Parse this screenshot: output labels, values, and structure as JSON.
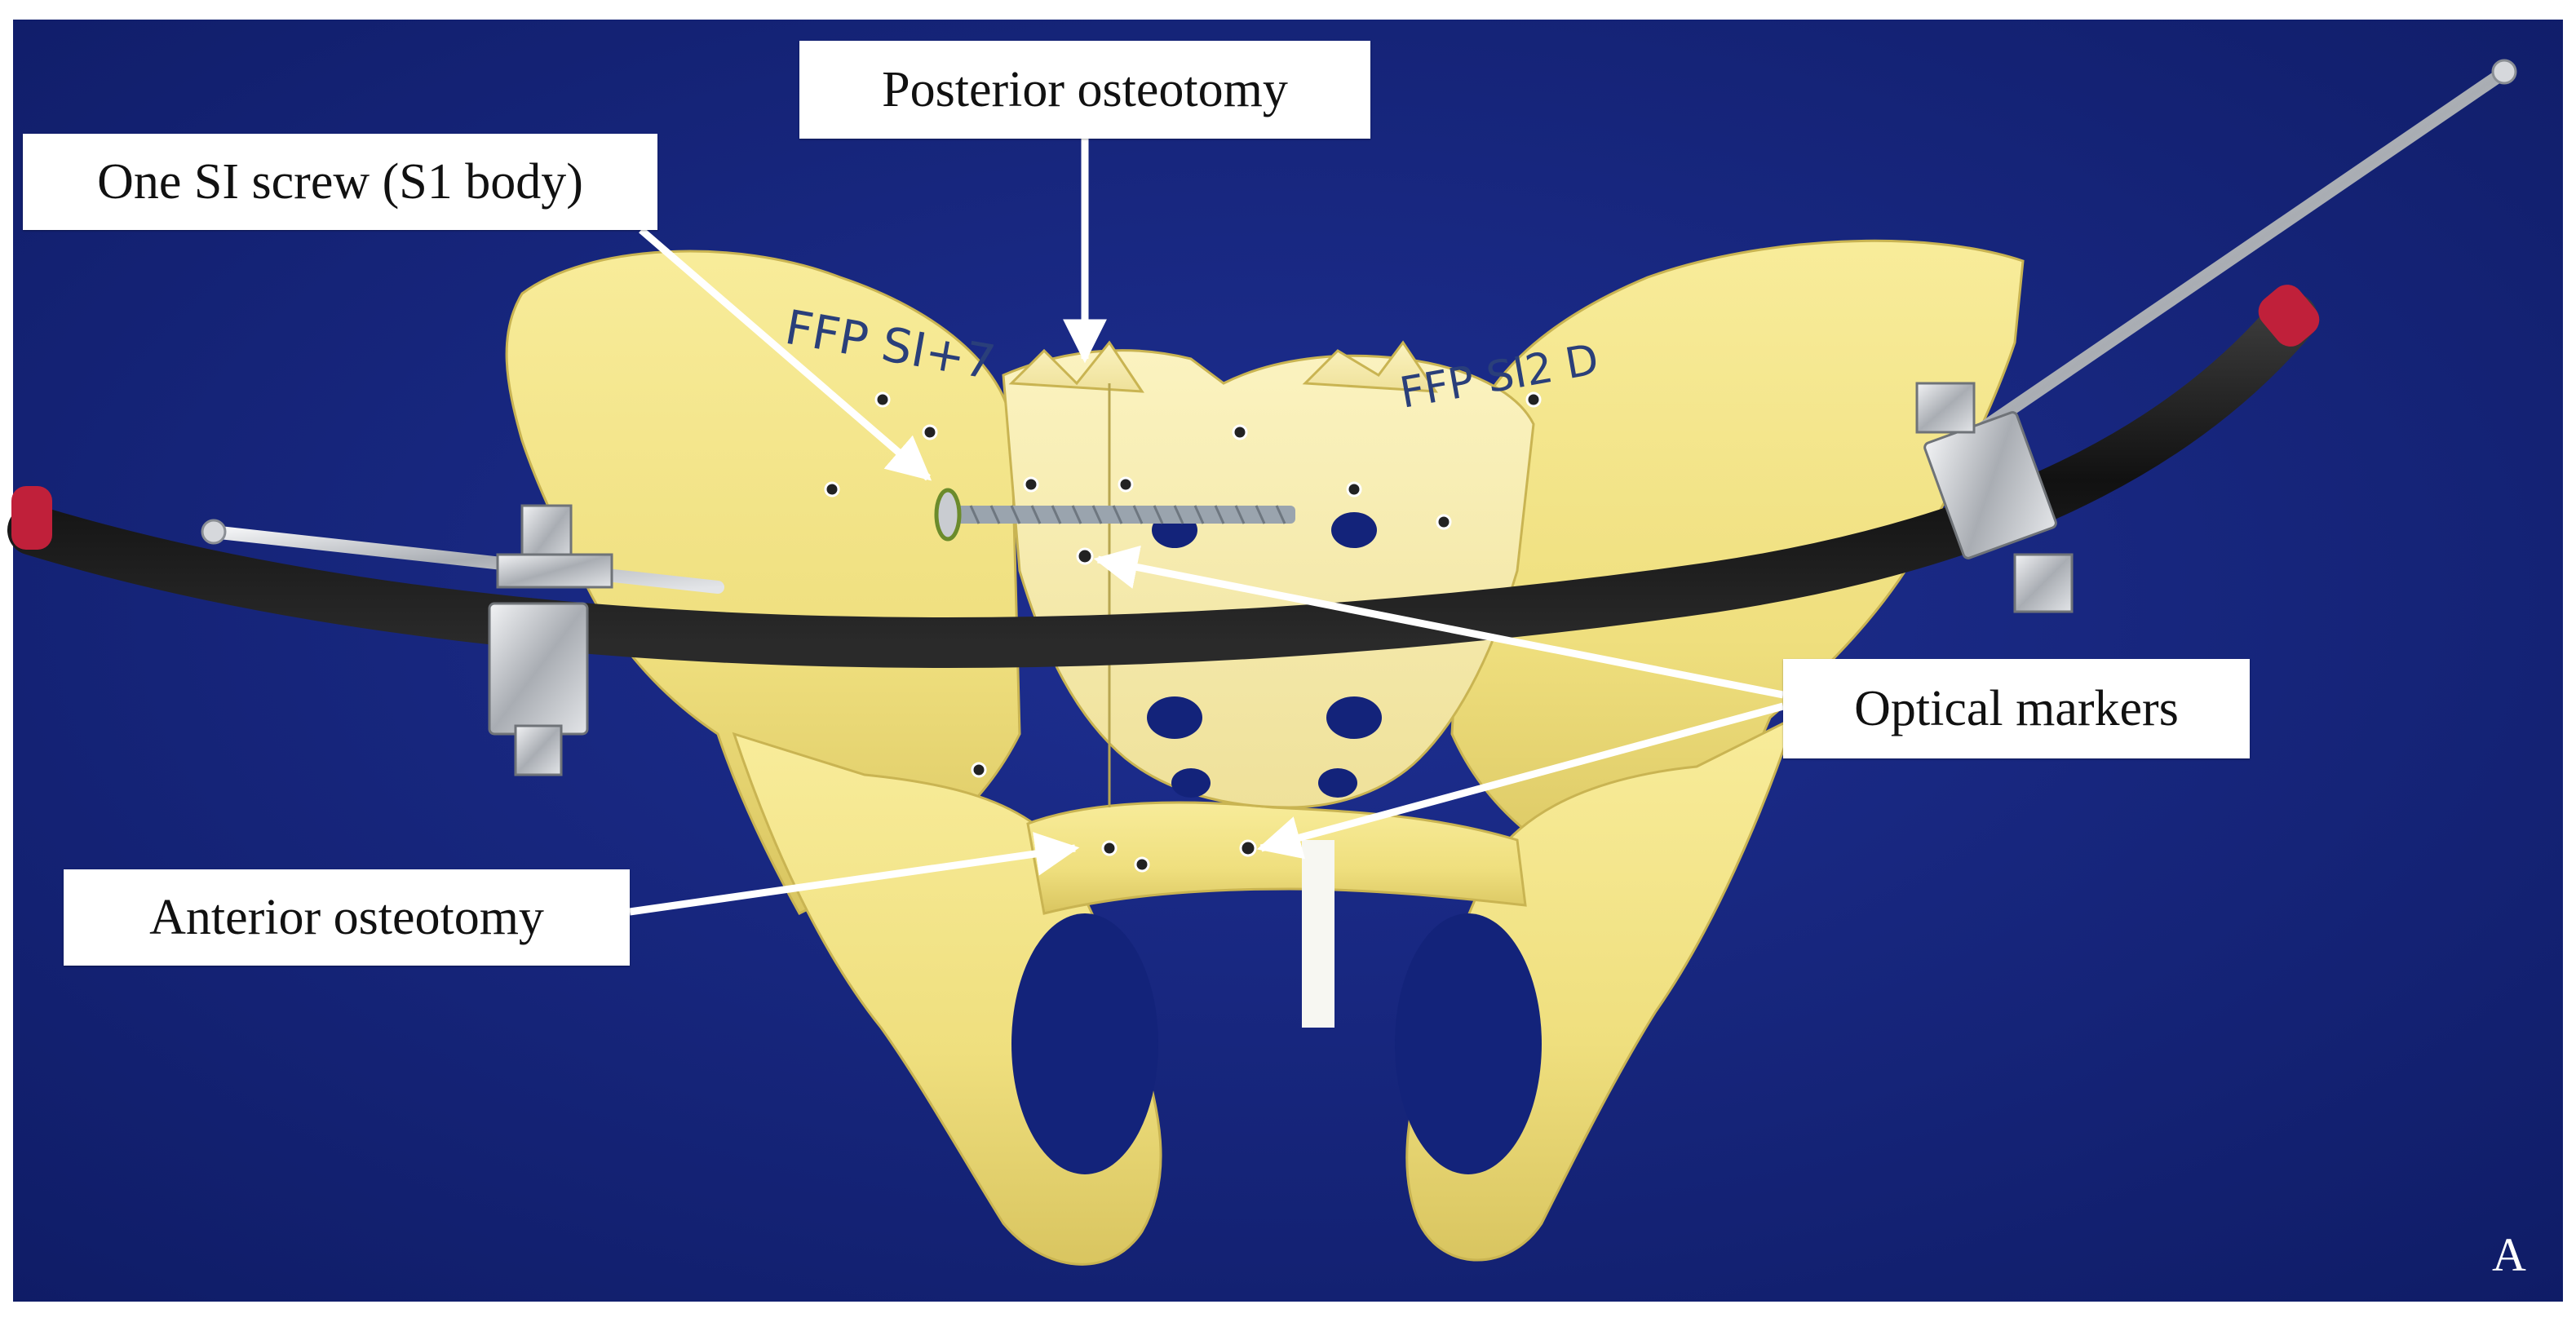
{
  "figure": {
    "panel_letter": "A",
    "labels": {
      "posterior": "Posterior osteotomy",
      "si_screw": "One SI screw (S1 body)",
      "optical": "Optical markers",
      "anterior": "Anterior osteotomy"
    },
    "handwriting": {
      "left": "FFP SI+7",
      "right": "FFP SI2 D"
    },
    "colors": {
      "background": "#13237a",
      "bone": "#f2e48a",
      "rod": "#1c1c1c",
      "rod_cap": "#c0203a",
      "metal": "#c9ccd1",
      "callout_bg": "#ffffff",
      "arrow": "#ffffff"
    }
  }
}
